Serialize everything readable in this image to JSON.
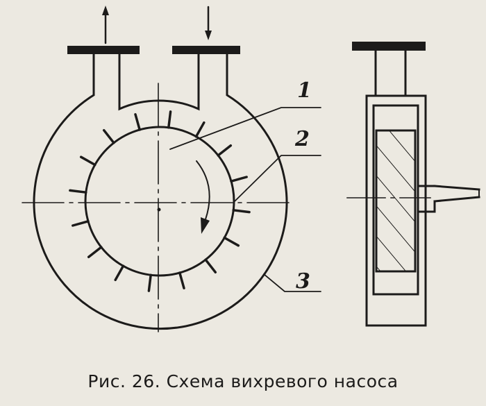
{
  "figure": {
    "caption": "Рис. 26. Схема вихревого насоса",
    "callouts": [
      {
        "number": "1",
        "target": "impeller-wheel"
      },
      {
        "number": "2",
        "target": "blades"
      },
      {
        "number": "3",
        "target": "pump-casing"
      }
    ],
    "blade_count": 16
  }
}
